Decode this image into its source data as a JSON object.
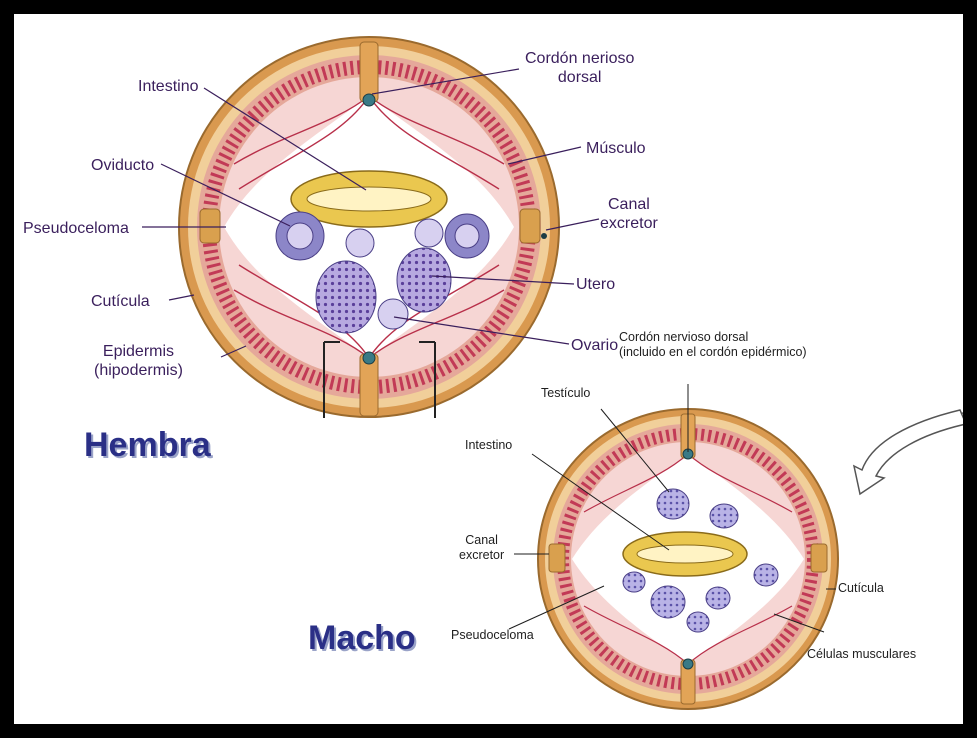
{
  "female": {
    "title": "Hembra",
    "labels": {
      "dorsal_cord": "Cordón nerioso\ndorsal",
      "intestine": "Intestino",
      "muscle": "Músculo",
      "oviduct": "Oviducto",
      "excretory_canal": "Canal\nexcretor",
      "pseudocoelom": "Pseudoceloma",
      "uterus": "Utero",
      "cuticle": "Cutícula",
      "ovary": "Ovario",
      "epidermis": "Epidermis\n(hipodermis)"
    }
  },
  "male": {
    "title": "Macho",
    "labels": {
      "dorsal_cord": "Cordón nervioso dorsal\n(incluido en el cordón epidérmico)",
      "testicle": "Testículo",
      "intestine": "Intestino",
      "excretory_canal": "Canal\nexcretor",
      "cuticle": "Cutícula",
      "pseudocoelom": "Pseudoceloma",
      "muscle_cells": "Células musculares"
    }
  },
  "colors": {
    "cuticle_outer": "#c9853f",
    "cuticle_fill": "#eec389",
    "muscle_pink": "#e8a7ae",
    "muscle_dark": "#b8304a",
    "intestine_fill": "#f1dc6c",
    "gonad_purple": "#8c86c8",
    "title_blue": "#2a2f86"
  }
}
